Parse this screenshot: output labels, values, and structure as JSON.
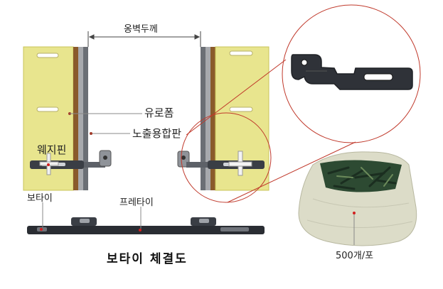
{
  "labels": {
    "wall_thickness": "옹벽두께",
    "foam": "유로폼",
    "exposed_plywood": "노출용합판",
    "wedge_pin": "웨지핀",
    "bowtie": "보타이",
    "pre_tie": "프레타이",
    "title": "보타이 체결도",
    "quantity": "500개/포"
  },
  "colors": {
    "foam_fill": "#e8e58e",
    "foam_edge": "#c9c45a",
    "timber": "#8a5a2b",
    "steel": "#7b7f86",
    "tie_dark": "#2a2d33",
    "red_line": "#c0392b",
    "sack": "#d8d9c8"
  }
}
